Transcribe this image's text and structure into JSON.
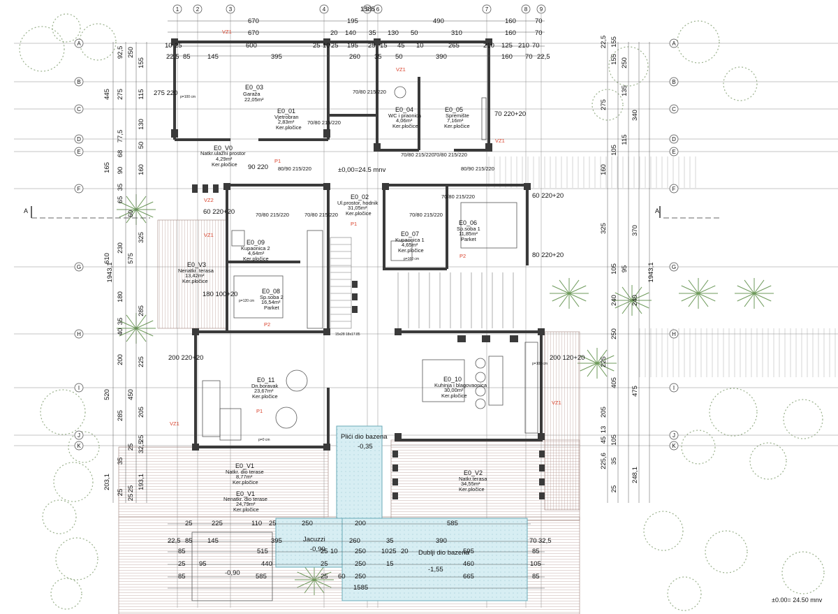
{
  "colors": {
    "wall": "#3a3a3a",
    "tag": "#d9412b",
    "water": "#cfe9ef",
    "terrace": "#b79a93",
    "tree": "#7f9c6e",
    "grid": "#6f6f6f"
  },
  "legend": {
    "datum": "±0.00= 24.50 mnv"
  },
  "levels": {
    "main": "±0,00=24.5 mnv",
    "shallow_depth": "-0,35",
    "jacuzzi_depth": "-0,90",
    "deep_depth": "-1,55",
    "lower_level": "-0,90"
  },
  "pools": {
    "shallow_label": "Plići dio bazena",
    "jacuzzi_label": "Jacuzzi",
    "deep_label": "Dublji dio bazena"
  },
  "grid": {
    "columns": [
      "1",
      "2",
      "3",
      "4",
      "5",
      "6",
      "7",
      "8",
      "9"
    ],
    "rows": [
      "A",
      "B",
      "C",
      "D",
      "E",
      "F",
      "G",
      "H",
      "I",
      "J",
      "K"
    ],
    "section_mark": "A"
  },
  "rooms": [
    {
      "id": "E0_03",
      "name": "Garaža",
      "area": "22,05m²",
      "floor": ""
    },
    {
      "id": "E0_01",
      "name": "Vjetrobran",
      "area": "2,83m²",
      "floor": "Ker.pločice"
    },
    {
      "id": "E0_04",
      "name": "WC i praonica",
      "area": "4,06m²",
      "floor": "Ker.pločice"
    },
    {
      "id": "E0_05",
      "name": "Spremište",
      "area": "7,16m²",
      "floor": "Ker.pločice"
    },
    {
      "id": "E0_V0",
      "name": "Natkr.ulazni prostor",
      "area": "4,29m²",
      "floor": "Ker.pločice"
    },
    {
      "id": "E0_02",
      "name": "Ul.prostor, hodnik",
      "area": "31,05m²",
      "floor": "Ker.pločice"
    },
    {
      "id": "E0_06",
      "name": "Sp.soba 1",
      "area": "11,85m²",
      "floor": "Parket"
    },
    {
      "id": "E0_07",
      "name": "Kupaonica 1",
      "area": "4,65m²",
      "floor": "Ker.pločice"
    },
    {
      "id": "E0_09",
      "name": "Kupaonica 2",
      "area": "4,64m²",
      "floor": "Ker.pločice"
    },
    {
      "id": "E0_V3",
      "name": "Nenatkr. terasa",
      "area": "13,42m²",
      "floor": "Ker.pločice"
    },
    {
      "id": "E0_08",
      "name": "Sp.soba 2",
      "area": "16,54m²",
      "floor": "Parket"
    },
    {
      "id": "E0_11",
      "name": "Dn.boravak",
      "area": "23,67m²",
      "floor": "Ker.pločice"
    },
    {
      "id": "E0_10",
      "name": "Kuhinja i blagovaonica",
      "area": "30,00m²",
      "floor": "Ker.pločice"
    },
    {
      "id": "E0_V1",
      "name": "Natkr. dio terase",
      "area": "8,77m²",
      "floor": "Ker.pločice"
    },
    {
      "id": "E0_V1",
      "name": "Nenatkr. dio terase",
      "area": "24,79m²",
      "floor": "Ker.pločice"
    },
    {
      "id": "E0_V2",
      "name": "Natkr.terasa",
      "area": "34,55m²",
      "floor": "Ker.pločice"
    }
  ],
  "tags": [
    "VZ1",
    "VZ1",
    "VZ1",
    "P1",
    "VZ2",
    "VZ1",
    "P1",
    "P2",
    "P2",
    "P1",
    "VZ1",
    "VZ1"
  ],
  "openings": [
    "70/80 215/220",
    "80/90 215/220",
    "70/80 215/220",
    "70/80 215/220",
    "70/80 215/220",
    "70/80 215/220",
    "70/80 215/220",
    "70/80 215/220",
    "80/90 215/220",
    "70/80 215/220"
  ],
  "window_dims": [
    "275 220",
    "70 220+20",
    "60 220+20",
    "80 220+20",
    "60 220+20",
    "180 100+20",
    "200 220+20",
    "200 120+20",
    "90 220"
  ],
  "sill_notes": [
    "p=100 cm",
    "p=160 cm",
    "p=120 cm",
    "p=0 cm",
    "p=100 cm"
  ],
  "stair_note": "15x28 18x17.85",
  "dims_top": {
    "overall": "1585",
    "row1": [
      "670",
      "195",
      "490",
      "160",
      "70"
    ],
    "row2": [
      "670",
      "20",
      "140",
      "35",
      "130",
      "50",
      "310",
      "160",
      "70"
    ],
    "row3": [
      "10",
      "25",
      "600",
      "25",
      "10",
      "25",
      "195",
      "25",
      "15",
      "45",
      "10",
      "265",
      "210",
      "125",
      "210",
      "70"
    ],
    "row4": [
      "22,5",
      "85",
      "145",
      "395",
      "260",
      "35",
      "50",
      "390",
      "160",
      "70",
      "22,5"
    ]
  },
  "dims_bottom": {
    "overall": "1585",
    "row1": [
      "25",
      "225",
      "110",
      "25",
      "250",
      "200",
      "585"
    ],
    "row2": [
      "22,5",
      "85",
      "145",
      "395",
      "260",
      "35",
      "390",
      "70",
      "32,5"
    ],
    "row3": [
      "85",
      "515",
      "25",
      "10",
      "250",
      "10",
      "25",
      "20",
      "595",
      "85"
    ],
    "row4": [
      "25",
      "95",
      "440",
      "25",
      "250",
      "15",
      "460",
      "105"
    ],
    "row5": [
      "85",
      "585",
      "25",
      "60",
      "250",
      "665",
      "85"
    ]
  },
  "dims_left": {
    "overall": "1943,1",
    "outer": [
      "445",
      "165",
      "610",
      "520",
      "203,1"
    ],
    "mid": [
      "92,5",
      "275",
      "77,5",
      "68",
      "90",
      "35",
      "65",
      "230",
      "575",
      "180",
      "35",
      "40",
      "200",
      "285",
      "25",
      "32,5",
      "25",
      "193,1"
    ],
    "inner": [
      "250",
      "155",
      "115",
      "130",
      "50",
      "160",
      "60",
      "325",
      "285",
      "225",
      "450",
      "205",
      "25",
      "35",
      "25",
      "25"
    ]
  },
  "dims_right": {
    "overall": "1943,1",
    "outer": [
      "225,6",
      "248,1"
    ],
    "mid": [
      "22,5",
      "155",
      "275",
      "135",
      "105",
      "115",
      "325",
      "105",
      "240",
      "250",
      "405",
      "45",
      "35",
      "25"
    ],
    "inner": [
      "155",
      "250",
      "340",
      "160",
      "370",
      "95",
      "240",
      "225",
      "475",
      "205",
      "13",
      "105"
    ]
  }
}
